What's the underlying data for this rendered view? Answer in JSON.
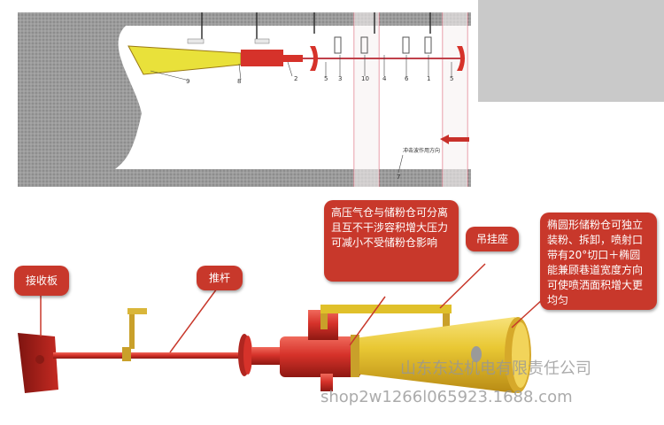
{
  "diagram": {
    "part_numbers": [
      "9",
      "8",
      "2",
      "5",
      "3",
      "10",
      "4",
      "6",
      "1",
      "5",
      "7"
    ],
    "direction_note": "冲击波作用方向"
  },
  "callouts": {
    "receiver_plate": "接收板",
    "push_rod": "推杆",
    "pressure_chamber": "高压气仓与储粉仓可分离且互不干涉容积增大压力可减小不受储粉仓影响",
    "hanging_seat": "吊挂座",
    "elliptical_chamber": "椭圆形储粉仓可独立装粉、拆卸，喷射口带有20°切口＋椭圆能兼顾巷道宽度方向可使喷洒面积增大更均匀"
  },
  "watermark": {
    "company": "山东东达机电有限责任公司",
    "url": "shop2w1266l065923.1688.com"
  },
  "colors": {
    "callout_red": "#c8382b",
    "pipe_red": "#d6322a",
    "cone_yellow": "#e9c834",
    "tunnel_gray": "#a0a0a0"
  }
}
